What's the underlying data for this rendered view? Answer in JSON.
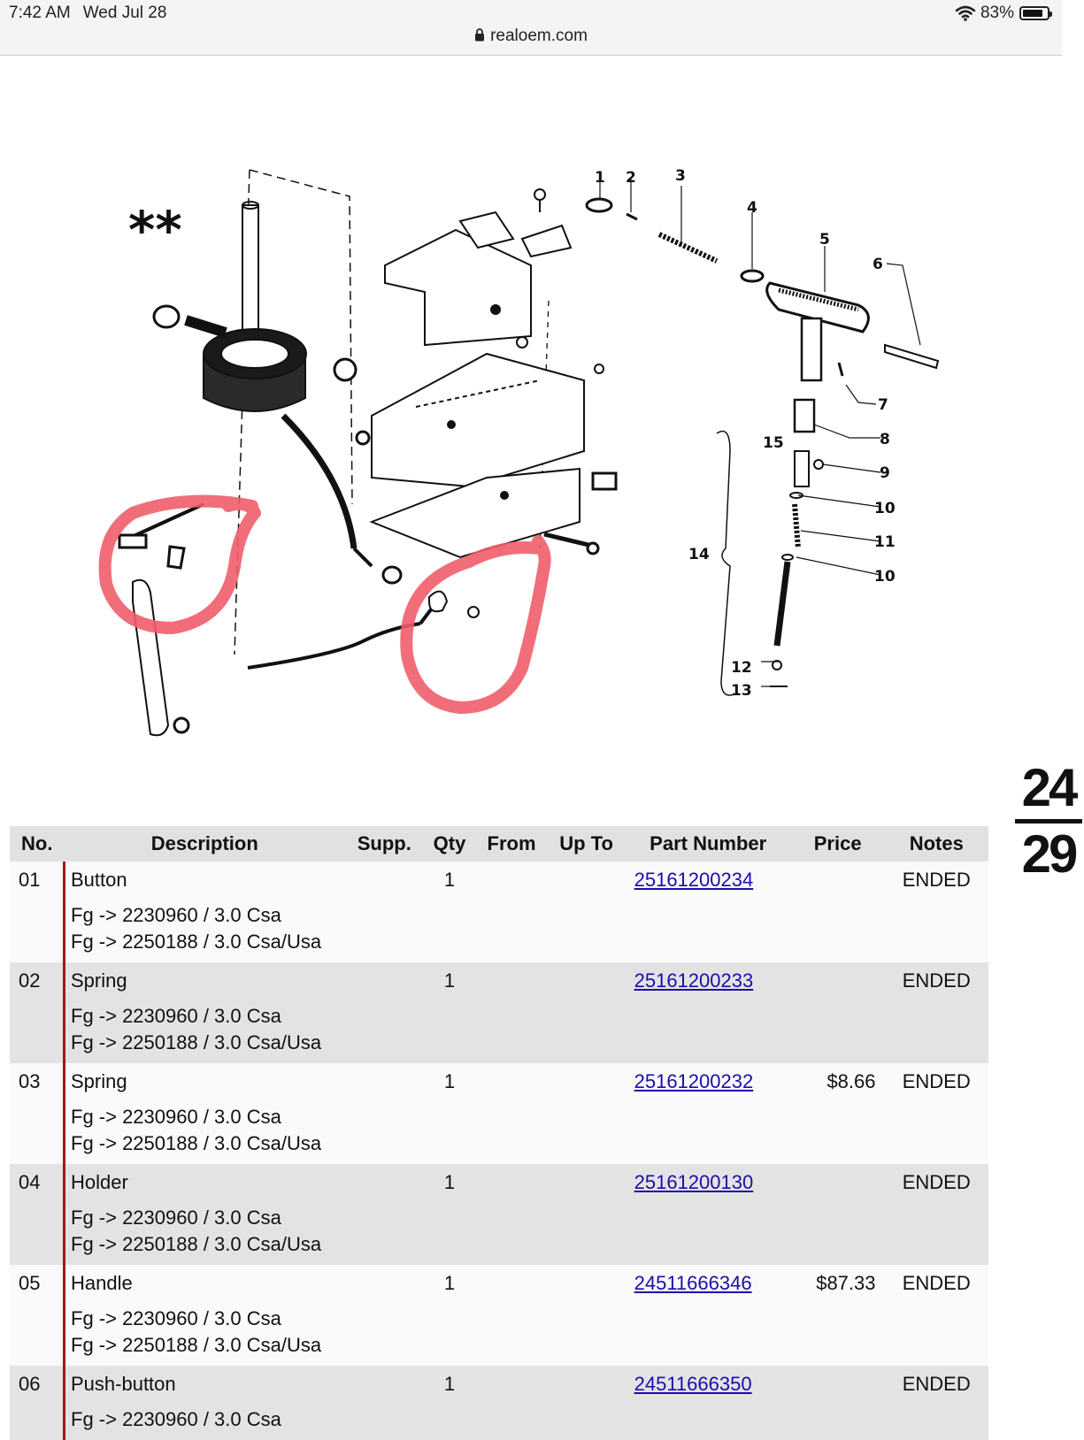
{
  "status_bar": {
    "time": "7:42 AM",
    "date": "Wed Jul 28",
    "battery": "83%",
    "battery_fraction": 0.83
  },
  "browser": {
    "url": "realoem.com"
  },
  "diagram": {
    "stars": "**",
    "page_number": {
      "top": "24",
      "bottom": "29"
    },
    "labels": [
      "1",
      "2",
      "3",
      "4",
      "5",
      "6",
      "7",
      "8",
      "9",
      "10",
      "11",
      "10",
      "14",
      "15",
      "12",
      "13"
    ]
  },
  "table": {
    "headers": [
      "No.",
      "Description",
      "Supp.",
      "Qty",
      "From",
      "Up To",
      "Part Number",
      "Price",
      "Notes"
    ],
    "rows": [
      {
        "no": "01",
        "description": "Button",
        "notes_lines": [
          "Fg -> 2230960 / 3.0 Csa",
          "Fg -> 2250188 / 3.0 Csa/Usa"
        ],
        "supp": "",
        "qty": "1",
        "from": "",
        "up_to": "",
        "part_number": "25161200234",
        "price": "",
        "notes": "ENDED"
      },
      {
        "no": "02",
        "description": "Spring",
        "notes_lines": [
          "Fg -> 2230960 / 3.0 Csa",
          "Fg -> 2250188 / 3.0 Csa/Usa"
        ],
        "supp": "",
        "qty": "1",
        "from": "",
        "up_to": "",
        "part_number": "25161200233",
        "price": "",
        "notes": "ENDED"
      },
      {
        "no": "03",
        "description": "Spring",
        "notes_lines": [
          "Fg -> 2230960 / 3.0 Csa",
          "Fg -> 2250188 / 3.0 Csa/Usa"
        ],
        "supp": "",
        "qty": "1",
        "from": "",
        "up_to": "",
        "part_number": "25161200232",
        "price": "$8.66",
        "notes": "ENDED"
      },
      {
        "no": "04",
        "description": "Holder",
        "notes_lines": [
          "Fg -> 2230960 / 3.0 Csa",
          "Fg -> 2250188 / 3.0 Csa/Usa"
        ],
        "supp": "",
        "qty": "1",
        "from": "",
        "up_to": "",
        "part_number": "25161200130",
        "price": "",
        "notes": "ENDED"
      },
      {
        "no": "05",
        "description": "Handle",
        "notes_lines": [
          "Fg -> 2230960 / 3.0 Csa",
          "Fg -> 2250188 / 3.0 Csa/Usa"
        ],
        "supp": "",
        "qty": "1",
        "from": "",
        "up_to": "",
        "part_number": "24511666346",
        "price": "$87.33",
        "notes": "ENDED"
      },
      {
        "no": "06",
        "description": "Push-button",
        "notes_lines": [
          "Fg -> 2230960 / 3.0 Csa"
        ],
        "supp": "",
        "qty": "1",
        "from": "",
        "up_to": "",
        "part_number": "24511666350",
        "price": "",
        "notes": "ENDED"
      }
    ]
  },
  "colors": {
    "link": "#1a0dab",
    "annotation": "#f05d6b",
    "row_shade": "#e3e3e3",
    "desc_border": "#9b1b1b"
  },
  "icons": [
    "lock-icon",
    "wifi-icon",
    "battery-icon"
  ]
}
